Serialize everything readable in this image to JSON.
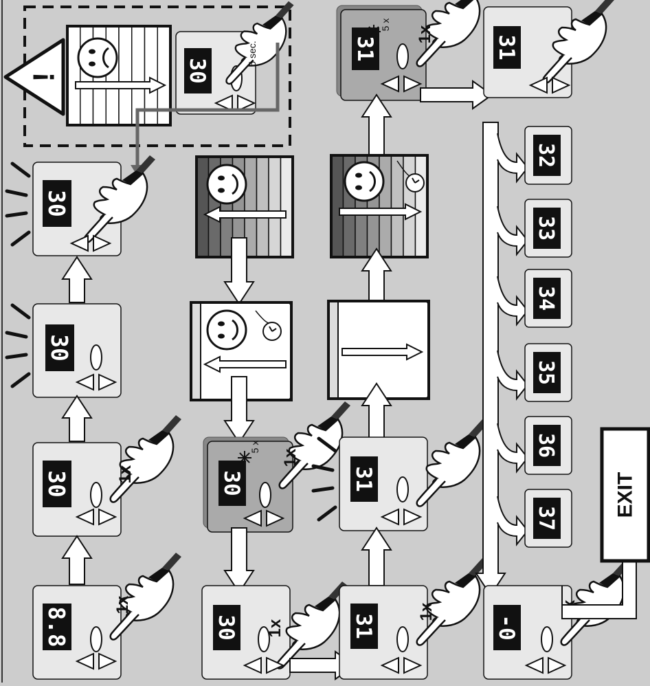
{
  "panels": {
    "p_hold": {
      "code": "30"
    },
    "p_blink_top": {
      "code": "30"
    },
    "p_blink_mid": {
      "code": "30"
    },
    "p_c1_row3": {
      "code": "30"
    },
    "p_c1_row4": {
      "code": "8.8"
    },
    "p_c2_mid": {
      "code": "30"
    },
    "p_c2_bot": {
      "code": "30"
    },
    "p_c3_mid": {
      "code": "31"
    },
    "p_c3_bot": {
      "code": "31"
    },
    "p_c3_top": {
      "code": "31"
    },
    "p_top_right": {
      "code": "31"
    },
    "p_c4_bot": {
      "code": "-0"
    }
  },
  "param_list": [
    "32",
    "33",
    "34",
    "35",
    "36",
    "37"
  ],
  "labels": {
    "hold_time": "5 sec.",
    "press_once": "1x",
    "press_five": "5 x",
    "exit": "EXIT",
    "warning": "!"
  },
  "colors": {
    "background": "#cdcdcd",
    "panel": "#e8e8e8",
    "panel_active": "#aaaaaa",
    "display": "#111111",
    "stripe_dark": "#555555",
    "stripe_light": "#eeeeee"
  }
}
